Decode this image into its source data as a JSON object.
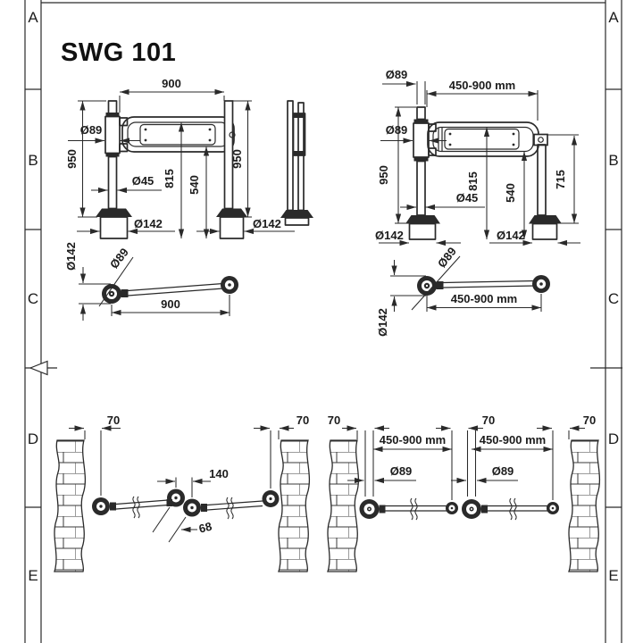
{
  "sheet": {
    "title": "SWG 101",
    "rows": [
      "A",
      "B",
      "C",
      "D",
      "E"
    ]
  },
  "colors": {
    "ink": "#2a2a2a",
    "background": "#ffffff"
  },
  "fixed_front": {
    "width": "900",
    "hub_dia": "Ø89",
    "height_l": "950",
    "height_r": "950",
    "post_dia": "Ø45",
    "h_top": "815",
    "h_bottom": "540",
    "base_l": "Ø142",
    "base_r": "Ø142"
  },
  "tel_front": {
    "hub_dia_top": "Ø89",
    "range": "450-900 mm",
    "hub_dia": "Ø89",
    "height": "950",
    "post_dia": "Ø45",
    "h_top": "815",
    "h_bottom": "540",
    "end_height": "715",
    "base_l": "Ø142",
    "base_r": "Ø142"
  },
  "fixed_top": {
    "base_dia": "Ø142",
    "hub_dia": "Ø89",
    "width": "900"
  },
  "tel_top": {
    "hub_dia": "Ø89",
    "range": "450-900 mm",
    "base_dia": "Ø142"
  },
  "pair_plan": {
    "offset_l": "70",
    "offset_r": "70",
    "gap": "140",
    "axis_gap": "68"
  },
  "series_plan": {
    "offset_l": "70",
    "offset_m": "70",
    "offset_r": "70",
    "range1": "450-900 mm",
    "range2": "450-900 mm",
    "hub1": "Ø89",
    "hub2": "Ø89"
  }
}
